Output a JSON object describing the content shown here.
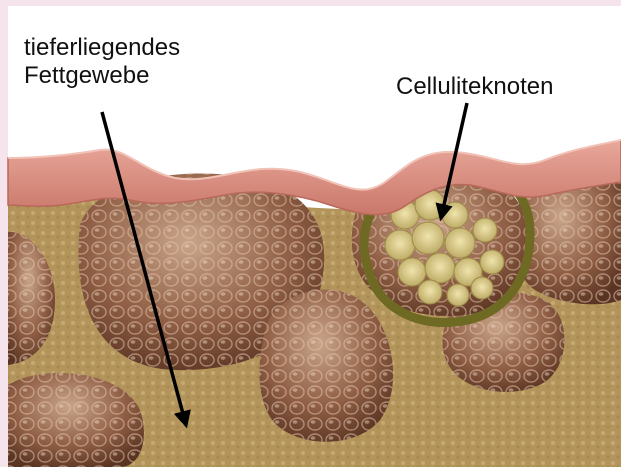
{
  "diagram": {
    "labels": {
      "deep_fat": [
        "tieferliegendes",
        "Fettgewebe"
      ],
      "cellulite_node": "Celluliteknoten"
    },
    "colors": {
      "background": "#f6e4ec",
      "skin": "#d98f80",
      "fat_tissue": "#b79a5e",
      "fat_lobule": "#8c5b3f",
      "cellulite_node": "#d8c88a",
      "node_outline": "#6e6a24",
      "arrow": "#000000"
    }
  }
}
